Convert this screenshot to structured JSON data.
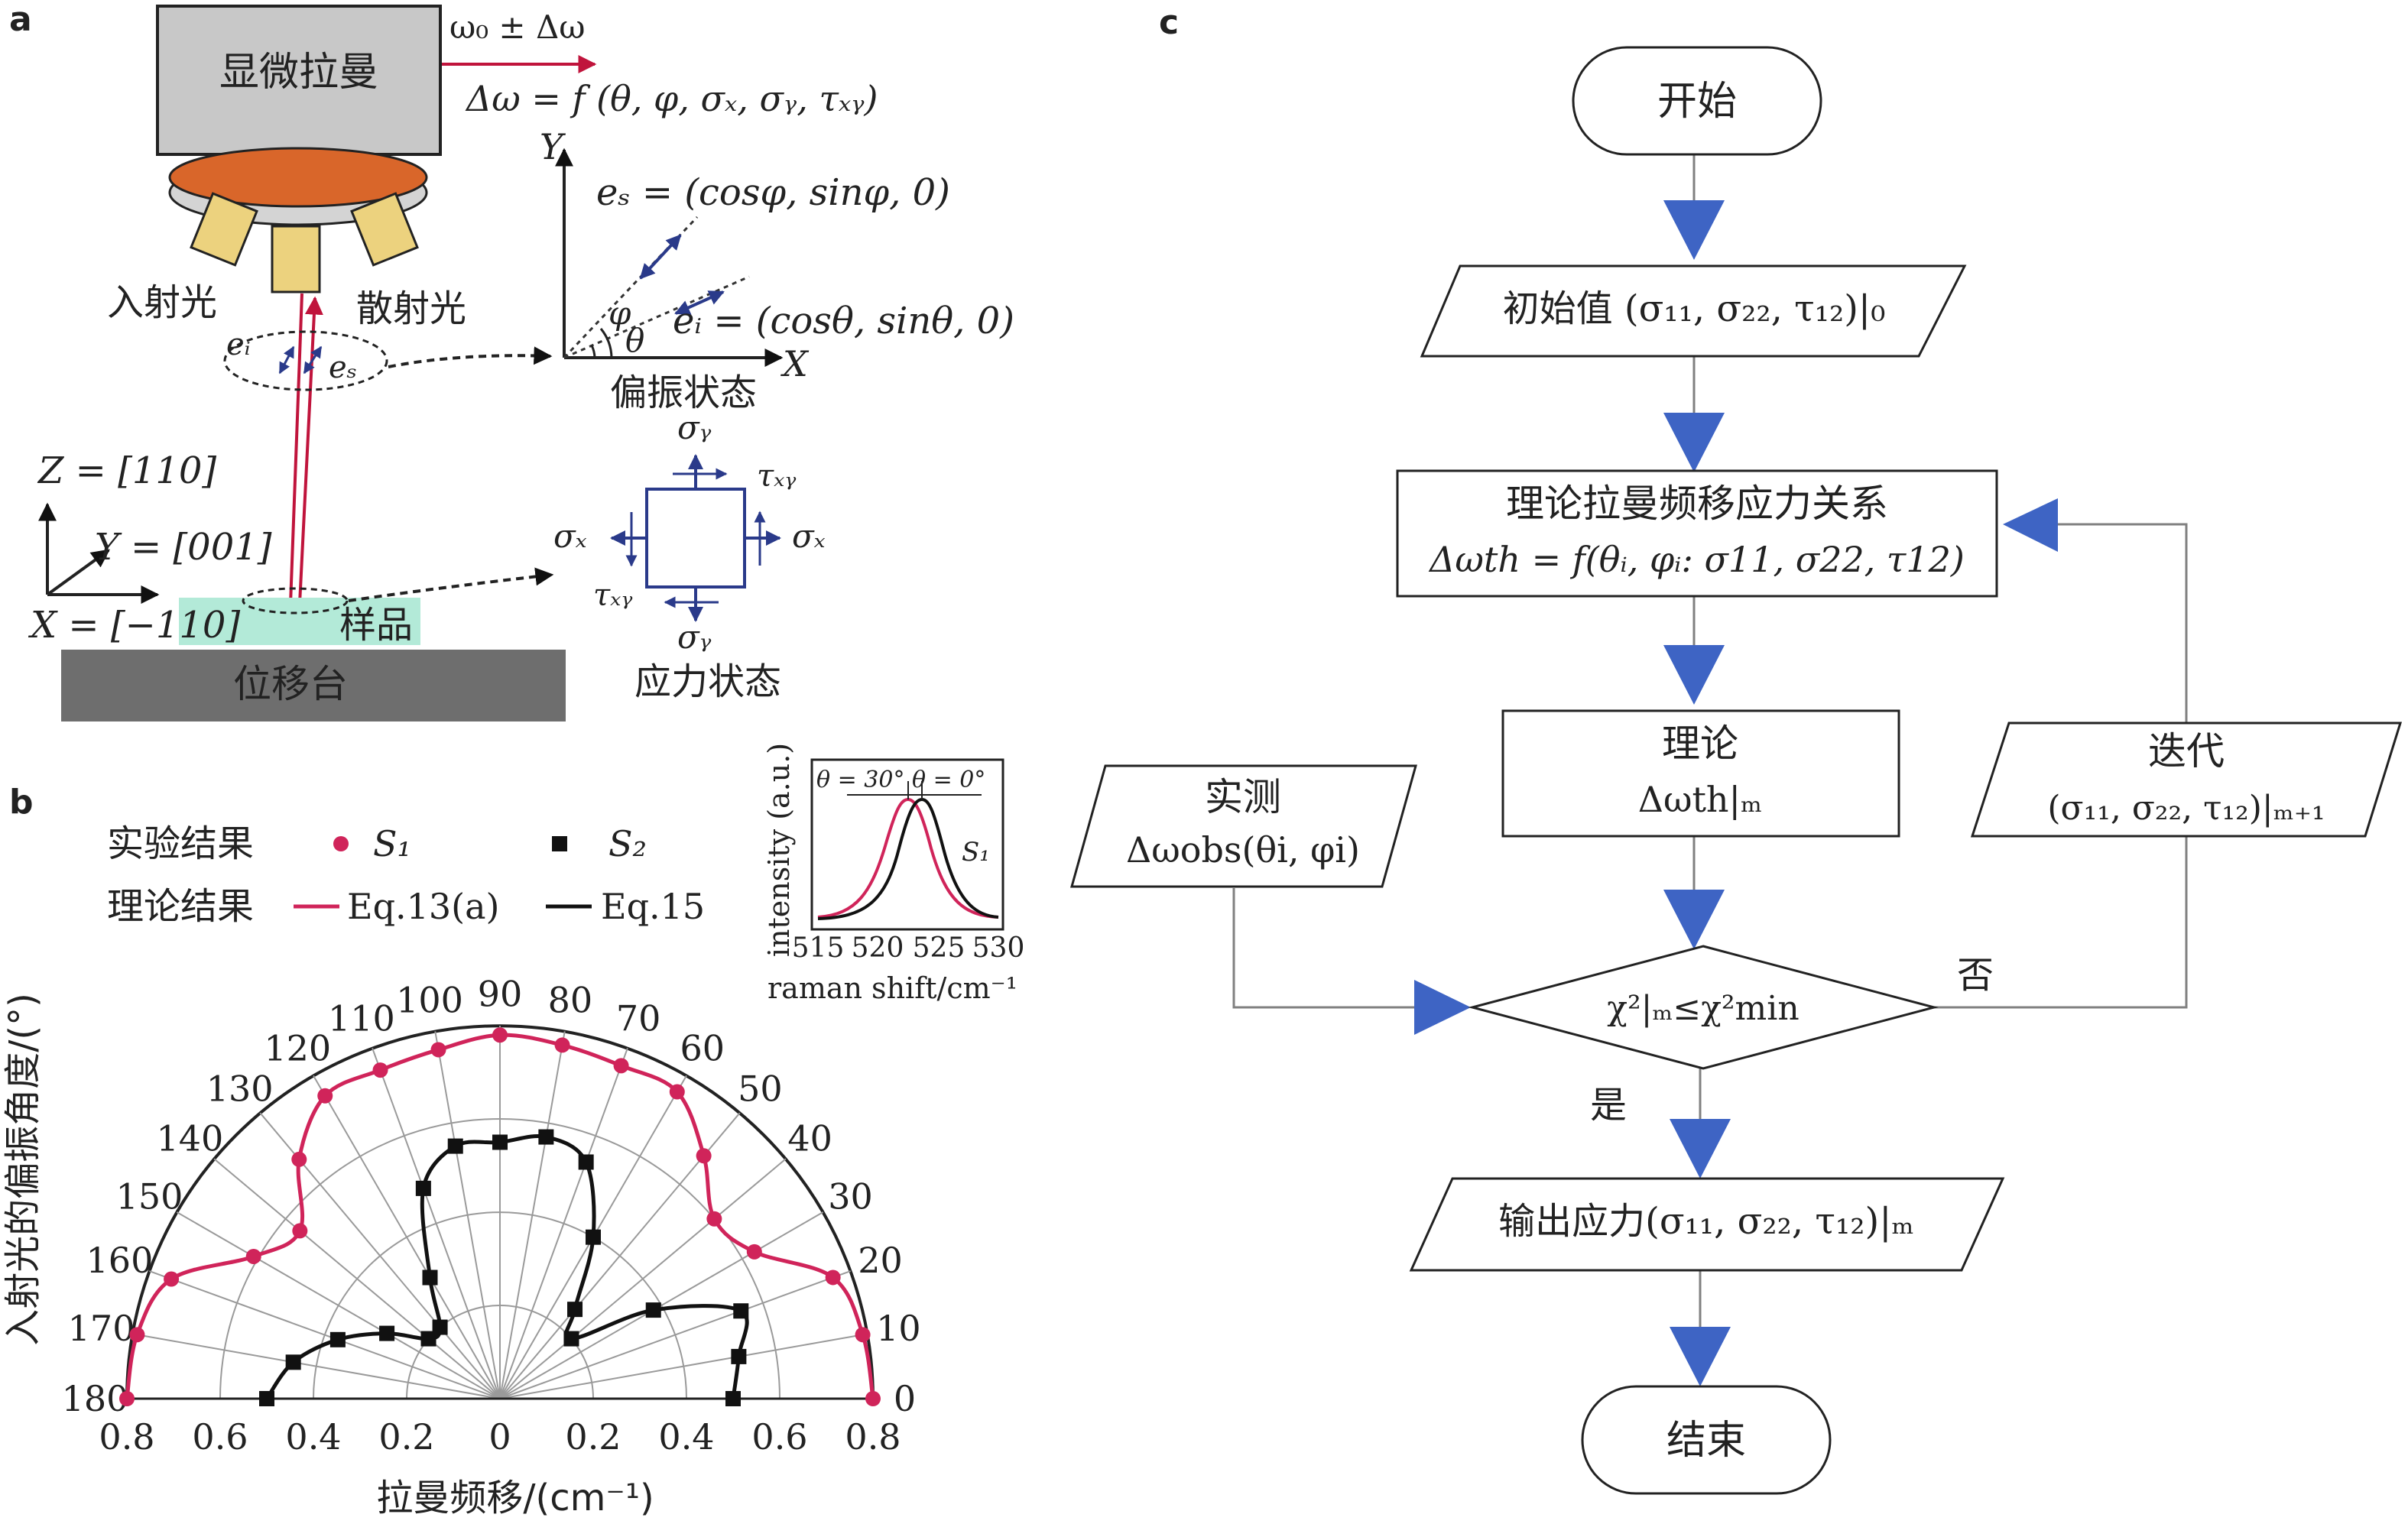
{
  "panel_labels": {
    "a": "a",
    "b": "b",
    "c": "c"
  },
  "panel_a": {
    "microscope_label": "显微拉曼",
    "freq_label": "ω₀ ± Δω",
    "delta_eq": "Δω = f (θ, φ, σₓ, σᵧ, τₓᵧ)",
    "axis_Y": "Y",
    "axis_X": "X",
    "es_eq": "eₛ = (cosφ, sinφ, 0)",
    "ei_eq": "eᵢ = (cosθ, sinθ, 0)",
    "phi": "φ",
    "theta": "θ",
    "polar_state": "偏振状态",
    "incident": "入射光",
    "scattered": "散射光",
    "ei_small": "eᵢ",
    "es_small": "eₛ",
    "coord_Z": "Z = [110]",
    "coord_Y": "Y = [001]",
    "coord_X": "X = [−110]",
    "sample": "样品",
    "stage": "位移台",
    "sigma_y": "σᵧ",
    "sigma_x": "σₓ",
    "tau_xy": "τₓᵧ",
    "stress_state": "应力状态"
  },
  "panel_b": {
    "legend_exp": "实验结果",
    "legend_s1": "S₁",
    "legend_s2": "S₂",
    "legend_theory": "理论结果",
    "legend_eq13": "Eq.13(a)",
    "legend_eq15": "Eq.15",
    "ylabel": "入射光的偏振角度/(°)",
    "xlabel": "拉曼频移/(cm⁻¹)",
    "inset": {
      "ylabel": "intensity (a.u.)",
      "xlabel": "raman shift/cm⁻¹",
      "ticks": [
        "515",
        "520",
        "525",
        "530"
      ],
      "angle_label": "θ = 30° θ = 0°",
      "series_label": "S₁"
    }
  },
  "chart_data": {
    "type": "polar",
    "radial_ticks": [
      "0.8",
      "0.6",
      "0.4",
      "0.2",
      "0",
      "0.2",
      "0.4",
      "0.6",
      "0.8"
    ],
    "angle_ticks": [
      "0",
      "10",
      "20",
      "30",
      "40",
      "50",
      "60",
      "70",
      "80",
      "90",
      "100",
      "110",
      "120",
      "130",
      "140",
      "150",
      "160",
      "170",
      "180"
    ],
    "rmax": 0.8,
    "series": [
      {
        "name": "S₁",
        "color": "#d0245a",
        "points": [
          [
            0,
            0.8
          ],
          [
            10,
            0.79
          ],
          [
            20,
            0.76
          ],
          [
            30,
            0.63
          ],
          [
            40,
            0.6
          ],
          [
            50,
            0.68
          ],
          [
            60,
            0.76
          ],
          [
            70,
            0.76
          ],
          [
            80,
            0.77
          ],
          [
            90,
            0.78
          ],
          [
            100,
            0.76
          ],
          [
            110,
            0.75
          ],
          [
            120,
            0.75
          ],
          [
            130,
            0.67
          ],
          [
            140,
            0.56
          ],
          [
            150,
            0.61
          ],
          [
            160,
            0.75
          ],
          [
            170,
            0.79
          ],
          [
            180,
            0.8
          ]
        ]
      },
      {
        "name": "S₂",
        "color": "#111111",
        "points": [
          [
            0,
            0.5
          ],
          [
            10,
            0.52
          ],
          [
            20,
            0.55
          ],
          [
            30,
            0.38
          ],
          [
            40,
            0.2
          ],
          [
            50,
            0.25
          ],
          [
            60,
            0.4
          ],
          [
            70,
            0.54
          ],
          [
            80,
            0.57
          ],
          [
            90,
            0.55
          ],
          [
            100,
            0.55
          ],
          [
            110,
            0.48
          ],
          [
            120,
            0.3
          ],
          [
            130,
            0.2
          ],
          [
            140,
            0.2
          ],
          [
            150,
            0.28
          ],
          [
            160,
            0.37
          ],
          [
            170,
            0.45
          ],
          [
            180,
            0.5
          ]
        ]
      }
    ]
  },
  "panel_c": {
    "start": "开始",
    "init": "初始值 (σ₁₁, σ₂₂, τ₁₂)|₀",
    "relation_title": "理论拉曼频移应力关系",
    "relation_eq": "Δωth = f(θᵢ, φᵢ: σ11, σ22, τ12)",
    "theory_title": "理论",
    "theory_val": "Δωth|ₘ",
    "measured_title": "实测",
    "measured_val": "Δωobs(θi, φi)",
    "iterate_title": "迭代",
    "iterate_val": "(σ₁₁, σ₂₂, τ₁₂)|ₘ₊₁",
    "decision": "χ²|ₘ≤χ²min",
    "no": "否",
    "yes": "是",
    "output": "输出应力(σ₁₁, σ₂₂, τ₁₂)|ₘ",
    "end": "结束"
  }
}
